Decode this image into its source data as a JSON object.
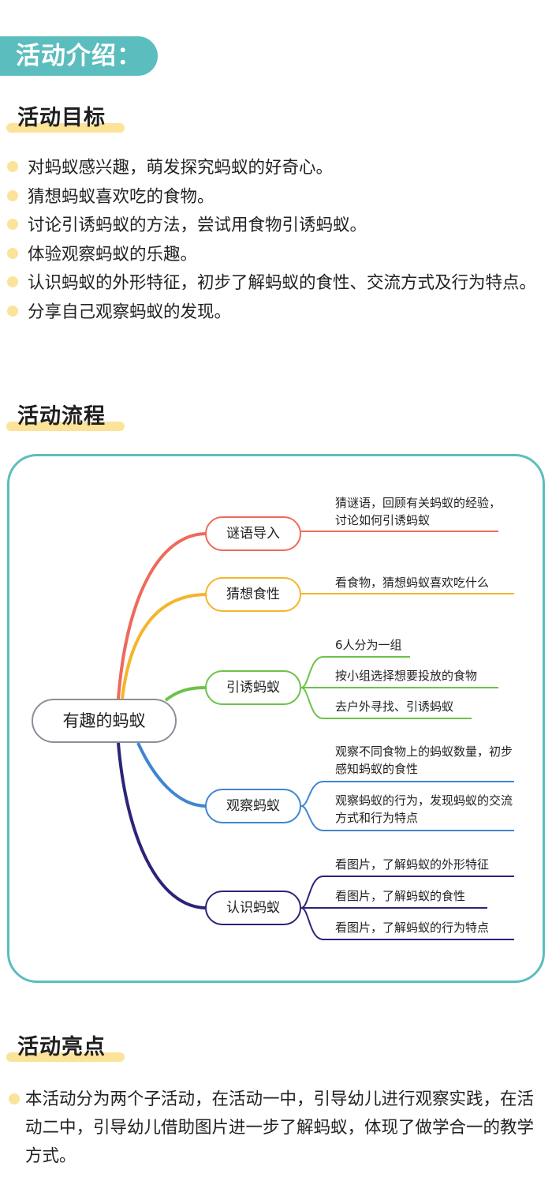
{
  "intro_title": "活动介绍：",
  "goals_section": {
    "title": "活动目标",
    "items": [
      "对蚂蚁感兴趣，萌发探究蚂蚁的好奇心。",
      "猜想蚂蚁喜欢吃的食物。",
      "讨论引诱蚂蚁的方法，尝试用食物引诱蚂蚁。",
      "体验观察蚂蚁的乐趣。",
      "认识蚂蚁的外形特征，初步了解蚂蚁的食性、交流方式及行为特点。",
      "分享自己观察蚂蚁的发现。"
    ]
  },
  "flow_section": {
    "title": "活动流程",
    "root": "有趣的蚂蚁",
    "branches": [
      {
        "label": "谜语导入",
        "color": "#ee6a5c",
        "leaves": [
          "猜谜语，回顾有关蚂蚁的经验，讨论如何引诱蚂蚁"
        ]
      },
      {
        "label": "猜想食性",
        "color": "#f4b52a",
        "leaves": [
          "看食物，猜想蚂蚁喜欢吃什么"
        ]
      },
      {
        "label": "引诱蚂蚁",
        "color": "#6cc24a",
        "leaves": [
          "6人分为一组",
          "按小组选择想要投放的食物",
          "去户外寻找、引诱蚂蚁"
        ]
      },
      {
        "label": "观察蚂蚁",
        "color": "#3f86cf",
        "leaves": [
          "观察不同食物上的蚂蚁数量，初步感知蚂蚁的食性",
          "观察蚂蚁的行为，发现蚂蚁的交流方式和行为特点"
        ]
      },
      {
        "label": "认识蚂蚁",
        "color": "#2b2478",
        "leaves": [
          "看图片，了解蚂蚁的外形特征",
          "看图片，了解蚂蚁的食性",
          "看图片，了解蚂蚁的行为特点"
        ]
      }
    ]
  },
  "highlight_section": {
    "title": "活动亮点",
    "text": "本活动分为两个子活动，在活动一中，引导幼儿进行观察实践，在活动二中，引导幼儿借助图片进一步了解蚂蚁，体现了做学合一的教学方式。"
  },
  "colors": {
    "accent_teal": "#5cbdbf",
    "accent_yellow": "#fbe39a"
  }
}
